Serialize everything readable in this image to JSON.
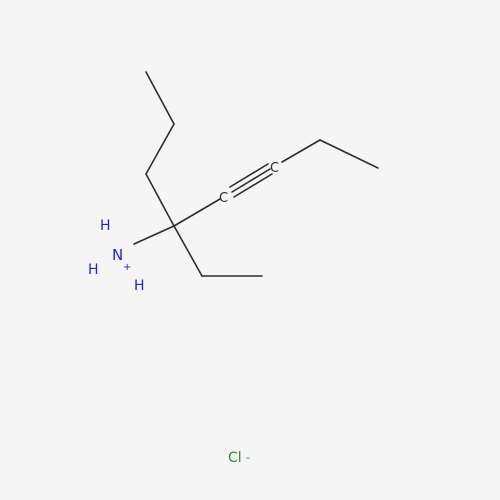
{
  "molecule": {
    "atoms": {
      "nitrogen": "N",
      "nitrogen_charge": "+",
      "hydrogen_top": "H",
      "hydrogen_left": "H",
      "hydrogen_bottom": "H",
      "carbon_alkyne_1": "C",
      "carbon_alkyne_2": "C"
    },
    "counter_ion": {
      "symbol": "Cl",
      "charge": "-"
    }
  },
  "colors": {
    "bond": "#2d2d2d",
    "nitrogen": "#2222cc",
    "chlorine": "#2d8c2d",
    "background": "#f5f5f5"
  }
}
